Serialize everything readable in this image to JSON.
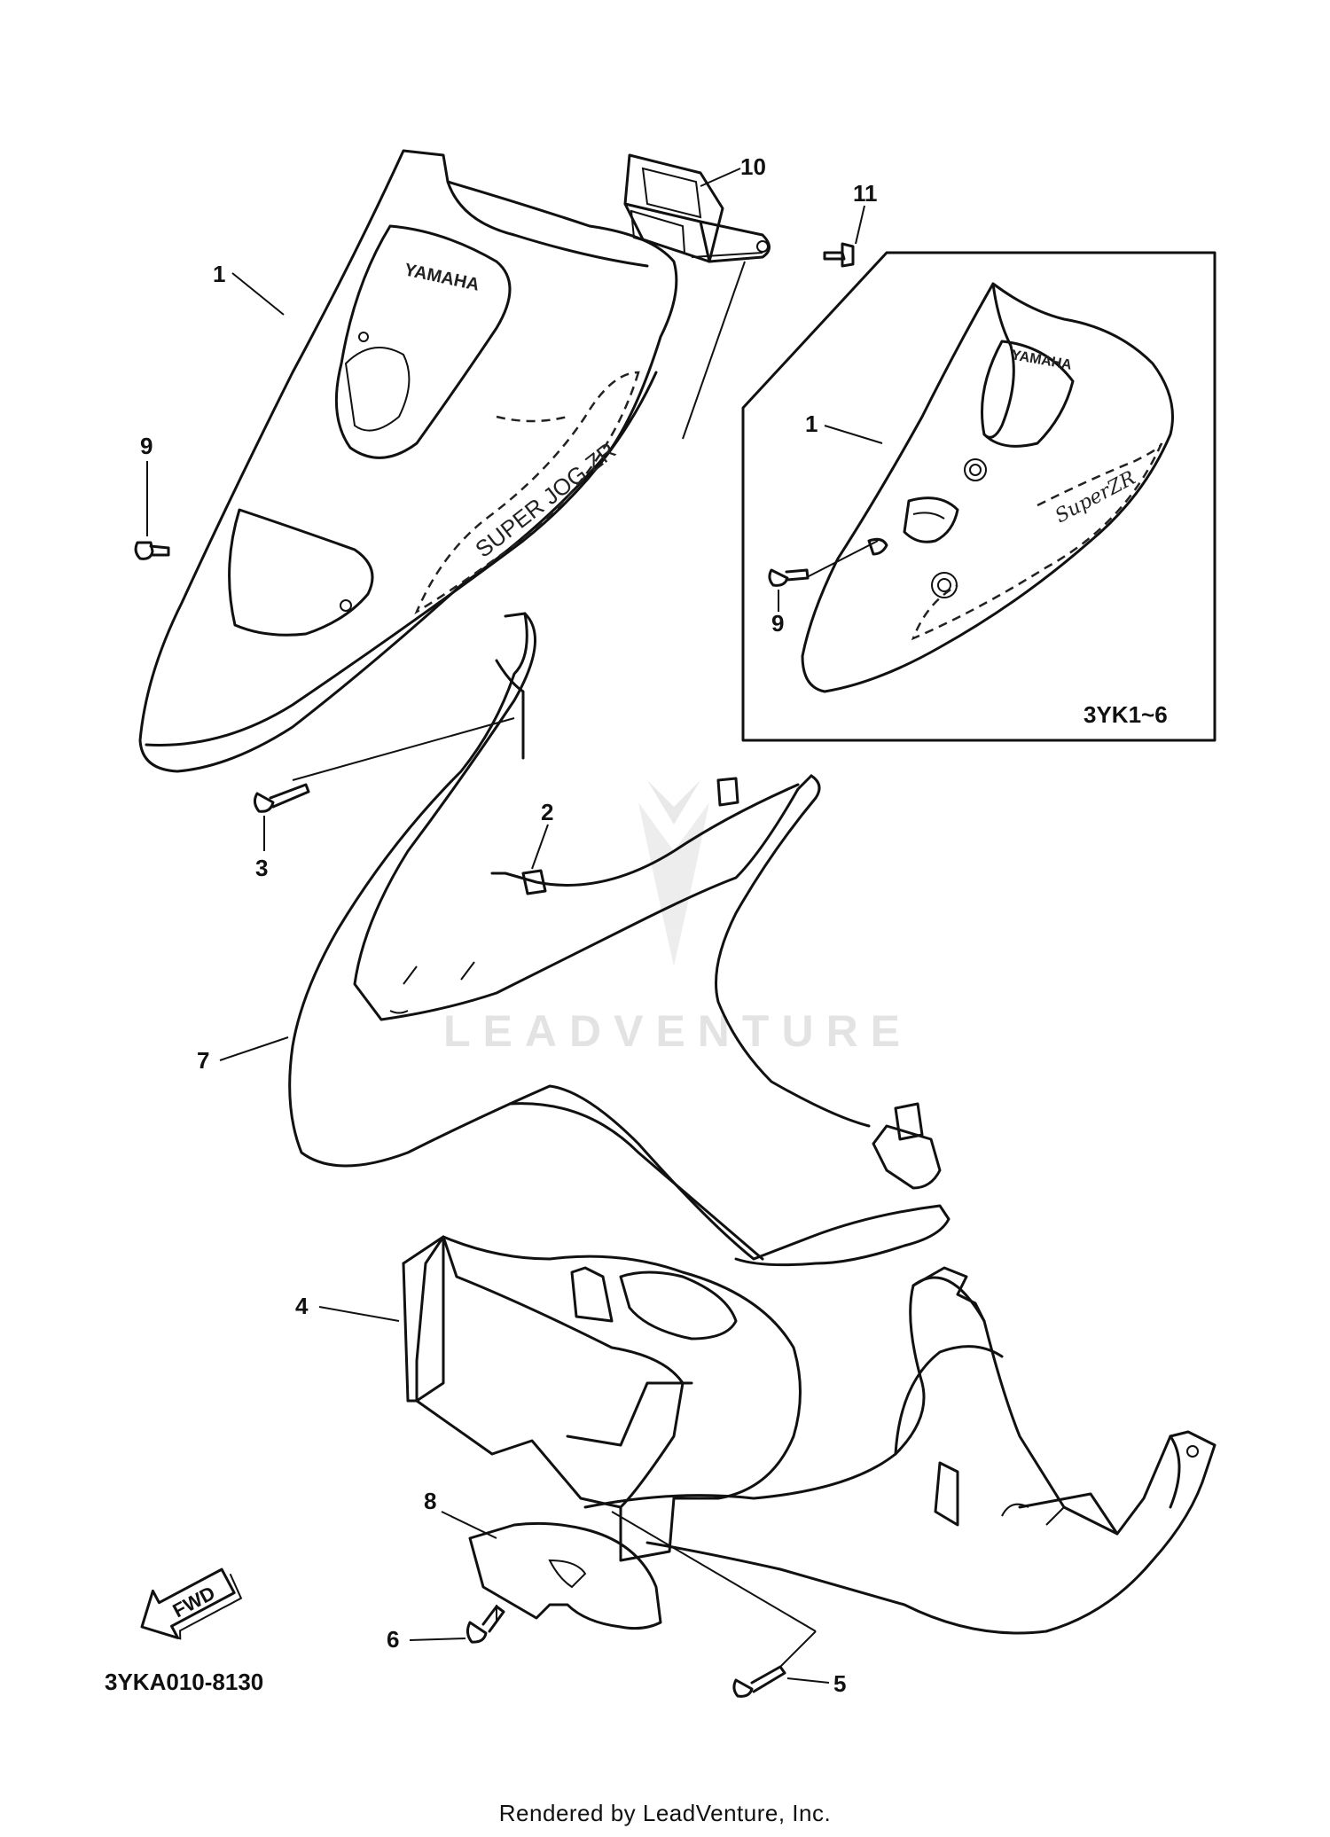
{
  "callouts": {
    "c1": "1",
    "c10": "10",
    "c11": "11",
    "c9": "9",
    "c3": "3",
    "c2": "2",
    "c7": "7",
    "c4": "4",
    "c8": "8",
    "c6": "6",
    "c5": "5",
    "inset_c1": "1",
    "inset_c9": "9"
  },
  "cover_text": {
    "brand": "YAMAHA",
    "model": "SUPER JOG ZR",
    "inset_brand": "YAMAHA",
    "inset_model": "SuperZR"
  },
  "inset_label": "3YK1~6",
  "fwd_label": "FWD",
  "diagram_code": "3YKA010-8130",
  "watermark": "LEADVENTURE",
  "footer": "Rendered by LeadVenture, Inc."
}
